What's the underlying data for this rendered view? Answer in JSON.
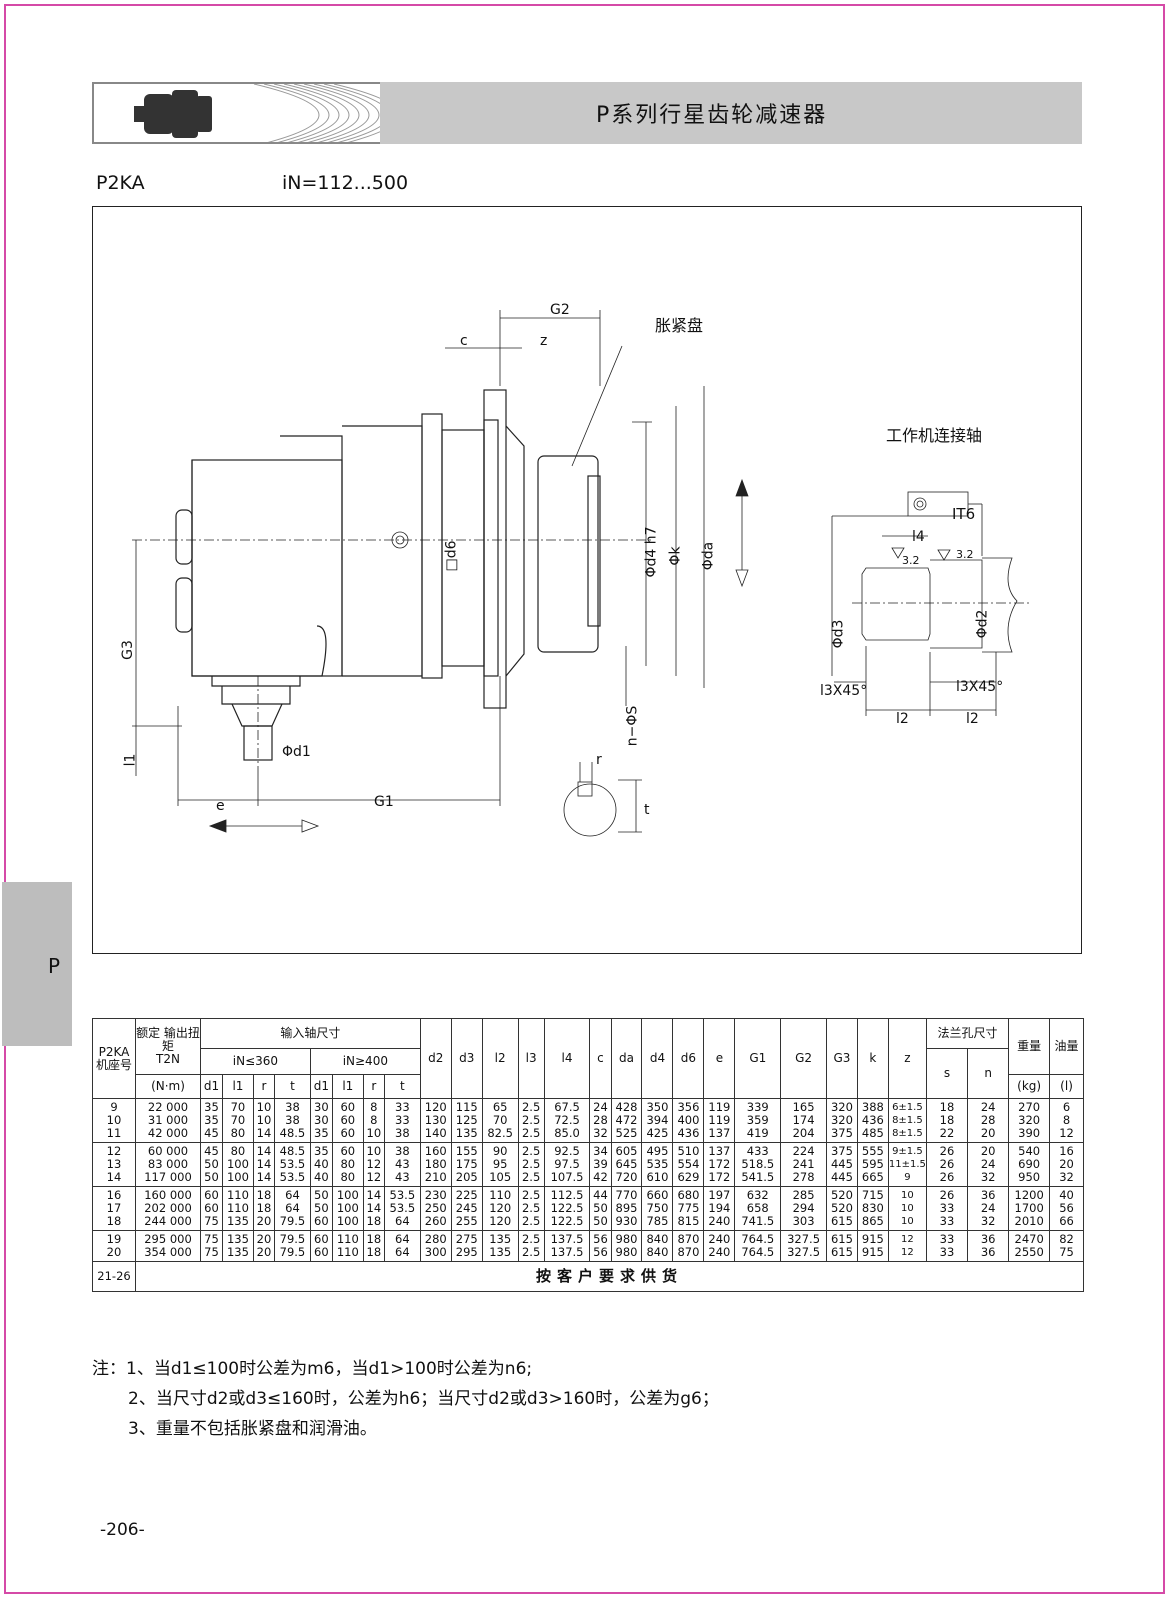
{
  "header": {
    "title": "P系列行星齿轮减速器"
  },
  "model": {
    "code": "P2KA",
    "ratio": "iN=112...500"
  },
  "drawing": {
    "labels": {
      "G2": "G2",
      "c": "c",
      "z": "z",
      "shrink_disc": "胀紧盘",
      "work_shaft": "工作机连接轴",
      "d6": "□d6",
      "d4": "Φd4 h7",
      "k": "Φk",
      "da": "Φda",
      "G3": "G3",
      "l1": "l1",
      "d1": "Φd1",
      "e": "e",
      "G1": "G1",
      "nS": "n−ΦS",
      "r": "r",
      "t": "t",
      "IT6": "IT6",
      "l4": "l4",
      "r32a": "3.2",
      "r32b": "3.2",
      "d3": "Φd3",
      "d2": "Φd2",
      "l3a": "l3X45°",
      "l3b": "l3X45°",
      "l2a": "l2",
      "l2b": "l2"
    }
  },
  "side_tab": {
    "label": "P"
  },
  "table": {
    "h": {
      "model": "P2KA 机座号",
      "torque": "额定 输出扭矩",
      "torque_sym": "T2N",
      "torque_unit": "(N·m)",
      "input": "输入轴尺寸",
      "iN360": "iN≤360",
      "iN400": "iN≥400",
      "d1": "d1",
      "l1": "l1",
      "r": "r",
      "t": "t",
      "d2": "d2",
      "d3": "d3",
      "l2": "l2",
      "l3": "l3",
      "l4": "l4",
      "c": "c",
      "da": "da",
      "d4": "d4",
      "d6": "d6",
      "e": "e",
      "G1": "G1",
      "G2": "G2",
      "G3": "G3",
      "k": "k",
      "z": "z",
      "flange": "法兰孔尺寸",
      "s": "s",
      "n": "n",
      "weight": "重量",
      "weight_unit": "(kg)",
      "oil": "油量",
      "oil_unit": "(l)"
    },
    "groups": [
      [
        [
          "9",
          "22 000",
          "35",
          "70",
          "10",
          "38",
          "30",
          "60",
          "8",
          "33",
          "120",
          "115",
          "65",
          "2.5",
          "67.5",
          "24",
          "428",
          "350",
          "356",
          "119",
          "339",
          "165",
          "320",
          "388",
          "6±1.5",
          "18",
          "24",
          "270",
          "6"
        ],
        [
          "10",
          "31 000",
          "35",
          "70",
          "10",
          "38",
          "30",
          "60",
          "8",
          "33",
          "130",
          "125",
          "70",
          "2.5",
          "72.5",
          "28",
          "472",
          "394",
          "400",
          "119",
          "359",
          "174",
          "320",
          "436",
          "8±1.5",
          "18",
          "28",
          "320",
          "8"
        ],
        [
          "11",
          "42 000",
          "45",
          "80",
          "14",
          "48.5",
          "35",
          "60",
          "10",
          "38",
          "140",
          "135",
          "82.5",
          "2.5",
          "85.0",
          "32",
          "525",
          "425",
          "436",
          "137",
          "419",
          "204",
          "375",
          "485",
          "8±1.5",
          "22",
          "20",
          "390",
          "12"
        ]
      ],
      [
        [
          "12",
          "60 000",
          "45",
          "80",
          "14",
          "48.5",
          "35",
          "60",
          "10",
          "38",
          "160",
          "155",
          "90",
          "2.5",
          "92.5",
          "34",
          "605",
          "495",
          "510",
          "137",
          "433",
          "224",
          "375",
          "555",
          "9±1.5",
          "26",
          "20",
          "540",
          "16"
        ],
        [
          "13",
          "83 000",
          "50",
          "100",
          "14",
          "53.5",
          "40",
          "80",
          "12",
          "43",
          "180",
          "175",
          "95",
          "2.5",
          "97.5",
          "39",
          "645",
          "535",
          "554",
          "172",
          "518.5",
          "241",
          "445",
          "595",
          "11±1.5",
          "26",
          "24",
          "690",
          "20"
        ],
        [
          "14",
          "117 000",
          "50",
          "100",
          "14",
          "53.5",
          "40",
          "80",
          "12",
          "43",
          "210",
          "205",
          "105",
          "2.5",
          "107.5",
          "42",
          "720",
          "610",
          "629",
          "172",
          "541.5",
          "278",
          "445",
          "665",
          "9",
          "26",
          "32",
          "950",
          "32"
        ]
      ],
      [
        [
          "16",
          "160 000",
          "60",
          "110",
          "18",
          "64",
          "50",
          "100",
          "14",
          "53.5",
          "230",
          "225",
          "110",
          "2.5",
          "112.5",
          "44",
          "770",
          "660",
          "680",
          "197",
          "632",
          "285",
          "520",
          "715",
          "10",
          "26",
          "36",
          "1200",
          "40"
        ],
        [
          "17",
          "202 000",
          "60",
          "110",
          "18",
          "64",
          "50",
          "100",
          "14",
          "53.5",
          "250",
          "245",
          "120",
          "2.5",
          "122.5",
          "50",
          "895",
          "750",
          "775",
          "194",
          "658",
          "294",
          "520",
          "830",
          "10",
          "33",
          "24",
          "1700",
          "56"
        ],
        [
          "18",
          "244 000",
          "75",
          "135",
          "20",
          "79.5",
          "60",
          "100",
          "18",
          "64",
          "260",
          "255",
          "120",
          "2.5",
          "122.5",
          "50",
          "930",
          "785",
          "815",
          "240",
          "741.5",
          "303",
          "615",
          "865",
          "10",
          "33",
          "32",
          "2010",
          "66"
        ]
      ],
      [
        [
          "19",
          "295 000",
          "75",
          "135",
          "20",
          "79.5",
          "60",
          "110",
          "18",
          "64",
          "280",
          "275",
          "135",
          "2.5",
          "137.5",
          "56",
          "980",
          "840",
          "870",
          "240",
          "764.5",
          "327.5",
          "615",
          "915",
          "12",
          "33",
          "36",
          "2470",
          "82"
        ],
        [
          "20",
          "354 000",
          "75",
          "135",
          "20",
          "79.5",
          "60",
          "110",
          "18",
          "64",
          "300",
          "295",
          "135",
          "2.5",
          "137.5",
          "56",
          "980",
          "840",
          "870",
          "240",
          "764.5",
          "327.5",
          "615",
          "915",
          "12",
          "33",
          "36",
          "2550",
          "75"
        ]
      ]
    ],
    "last_row": {
      "model": "21-26",
      "text": "按客户要求供货"
    }
  },
  "notes": [
    "注：1、当d1≤100时公差为m6，当d1>100时公差为n6;",
    "2、当尺寸d2或d3≤160时，公差为h6；当尺寸d2或d3>160时，公差为g6；",
    "3、重量不包括胀紧盘和润滑油。"
  ],
  "page_number": "-206-"
}
